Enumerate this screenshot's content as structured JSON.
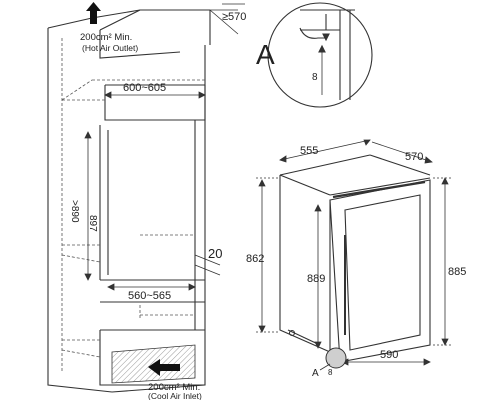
{
  "cabinet": {
    "outlet_area": "200cm² Min.",
    "outlet_caption": "(Hot Air Outlet)",
    "top_depth": "≥570",
    "inner_width": "600~605",
    "height_min": ">890",
    "height_nominal": "897",
    "opening_width": "560~565",
    "panel_offset": "20",
    "inlet_area": "200cm² Min.",
    "inlet_caption": "(Cool Air Inlet)"
  },
  "detail": {
    "marker": "A",
    "gap": "8"
  },
  "appliance": {
    "width": "555",
    "depth_top": "570",
    "depth_bottom": "590",
    "height_body": "862",
    "height_door": "889",
    "height_total": "885",
    "marker": "A",
    "gap": "8"
  }
}
